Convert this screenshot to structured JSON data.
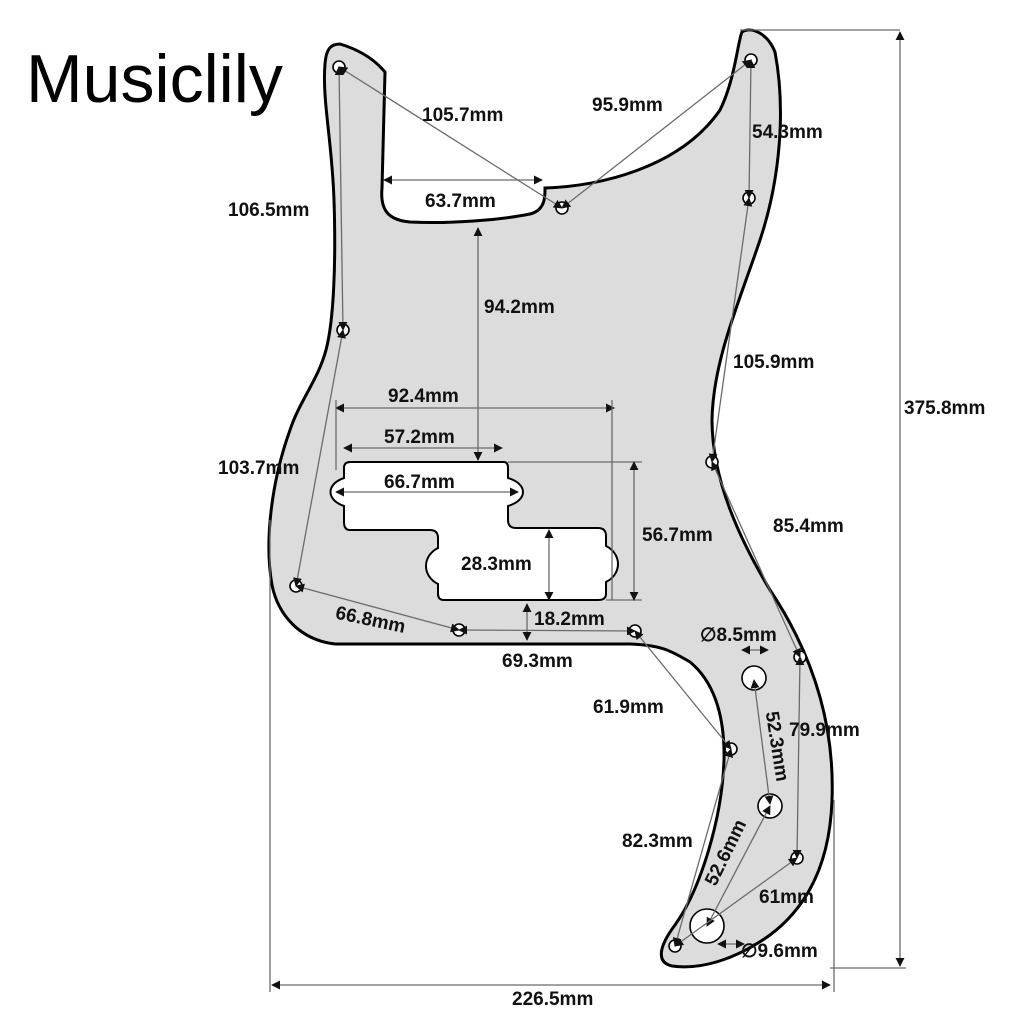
{
  "brand": "Musiclily",
  "colors": {
    "pickguard": "#dcdcdc",
    "outline": "#000000",
    "dimension_line": "#6b6b6b",
    "text": "#111111"
  },
  "dimensions": {
    "top_left_diagonal": "105.7mm",
    "top_right_diagonal": "95.9mm",
    "upper_right_short": "54.3mm",
    "neck_pocket_width": "63.7mm",
    "left_upper": "106.5mm",
    "center_vertical": "94.2mm",
    "right_long": "105.9mm",
    "overall_height": "375.8mm",
    "pickup_outer_width": "92.4mm",
    "pickup_offset": "57.2mm",
    "left_lower": "103.7mm",
    "pickup_upper_length": "66.7mm",
    "right_lower": "85.4mm",
    "pickup_height": "56.7mm",
    "pickup_lower_length": "28.3mm",
    "pickup_gap": "18.2mm",
    "bottom_left_diagonal": "66.8mm",
    "control_hole_diameter": "∅8.5mm",
    "bottom_span": "69.3mm",
    "lower_diagonal": "61.9mm",
    "control_spacing_a": "52.3mm",
    "right_vertical": "79.9mm",
    "horn_left": "82.3mm",
    "control_spacing_b": "52.6mm",
    "horn_bottom": "61mm",
    "jack_hole_diameter": "∅9.6mm",
    "overall_width": "226.5mm"
  }
}
